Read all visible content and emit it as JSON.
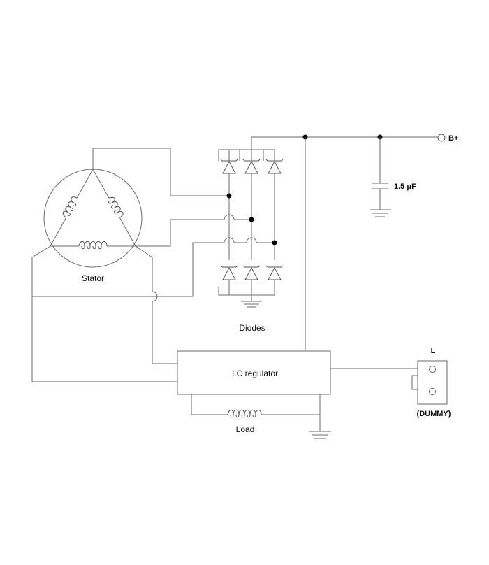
{
  "labels": {
    "stator": "Stator",
    "diodes": "Diodes",
    "regulator": "I.C regulator",
    "load": "Load",
    "capacitor": "1.5 μF",
    "battery": "B+",
    "lamp_terminal": "L",
    "dummy": "(DUMMY)"
  }
}
